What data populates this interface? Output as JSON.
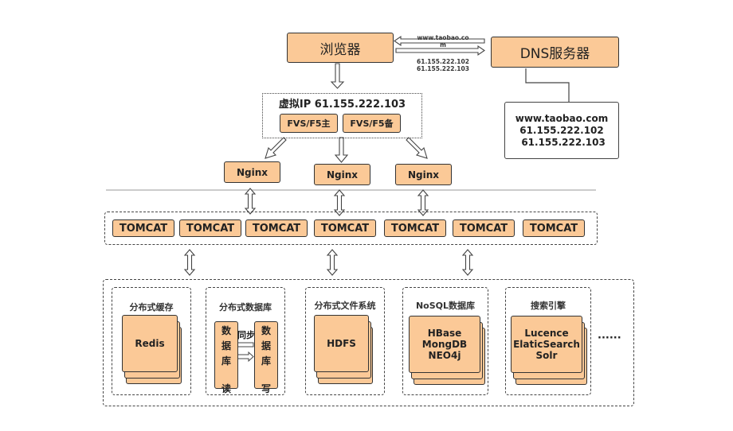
{
  "browser": {
    "label": "浏览器"
  },
  "dns_server": {
    "label": "DNS服务器"
  },
  "dns_request": {
    "domain": "www.taobao.co\nm"
  },
  "dns_response": {
    "ips": [
      "61.155.222.102",
      "61.155.222.103"
    ]
  },
  "dns_record": {
    "lines": [
      "www.taobao.com",
      "61.155.222.102",
      " 61.155.222.103"
    ]
  },
  "virtual_ip": {
    "title": "虚拟IP 61.155.222.103",
    "nodes": [
      "FVS/F5主",
      "FVS/F5备"
    ]
  },
  "nginx": [
    "Nginx",
    "Nginx",
    "Nginx"
  ],
  "tomcats": [
    "TOMCAT",
    "TOMCAT",
    "TOMCAT",
    "TOMCAT",
    "TOMCAT",
    "TOMCAT",
    "TOMCAT"
  ],
  "services": {
    "cache": {
      "title": "分布式缓存",
      "items": "Redis"
    },
    "database": {
      "title": "分布式数据库",
      "read": [
        "数",
        "据",
        "库",
        "读"
      ],
      "write": [
        "数",
        "据",
        "库",
        "写"
      ],
      "sync": "同步"
    },
    "fs": {
      "title": "分布式文件系统",
      "items": "HDFS"
    },
    "nosql": {
      "title": "NoSQL数据库",
      "items": [
        "HBase",
        "MongDB",
        "NEO4j"
      ]
    },
    "search": {
      "title": "搜索引擎",
      "items": [
        "Lucence",
        "ElaticSearch",
        "Solr"
      ]
    },
    "more": "······"
  },
  "colors": {
    "node_fill": "#fbc997",
    "stroke": "#333333"
  }
}
